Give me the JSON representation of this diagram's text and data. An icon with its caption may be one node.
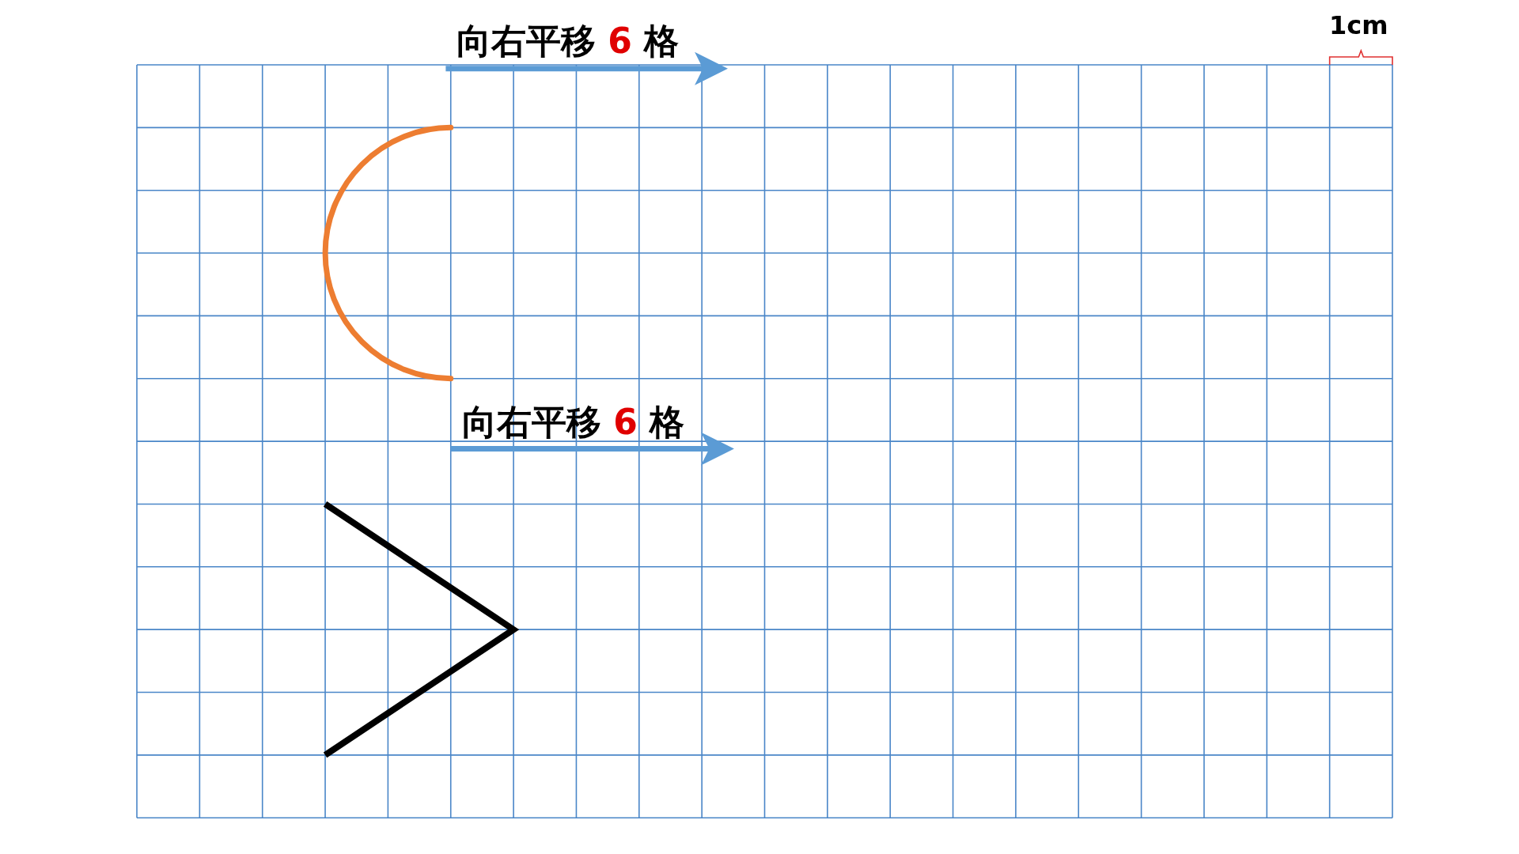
{
  "diagram": {
    "labels": [
      "向右平移 6 格",
      "向右平移 6 格",
      "1cm"
    ]
  }
}
